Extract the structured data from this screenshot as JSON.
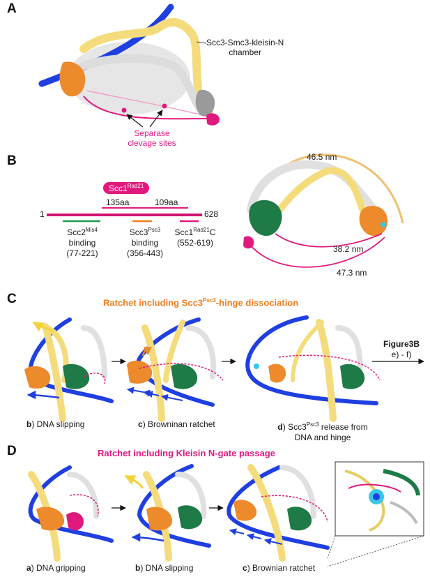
{
  "panels": {
    "a": {
      "letter": "A",
      "chamber_label_1": "Scc3-Smc3-kleisin-N",
      "chamber_label_2": "chamber",
      "separase_1": "Separase",
      "separase_2": "clevage sites"
    },
    "b": {
      "letter": "B",
      "protein": "Scc1",
      "protein_sup": "Rad21",
      "seg1": "135aa",
      "seg2": "109aa",
      "start": "1",
      "end": "628",
      "bind1_name": "Scc2",
      "bind1_sup": "Mis4",
      "bind1_word": "binding",
      "bind1_range": "(77-221)",
      "bind2_name": "Scc3",
      "bind2_sup": "Psc3",
      "bind2_word": "binding",
      "bind2_range": "(356-443)",
      "bind3_name": "Scc1",
      "bind3_sup": "Rad21",
      "bind3_suffix": "C",
      "bind3_range": "(552-619)",
      "dist1": "46.5 nm",
      "dist2": "38.2 nm",
      "dist3": "47.3 nm"
    },
    "c": {
      "letter": "C",
      "title_pre": "Ratchet including Scc3",
      "title_sup": "Psc3",
      "title_post": "-hinge dissociation",
      "cap_b_letter": "b",
      "cap_b_text": ") DNA slipping",
      "cap_c_letter": "c",
      "cap_c_text": ") Browninan ratchet",
      "cap_d_letter": "d",
      "cap_d_pre": ") Scc3",
      "cap_d_sup": "Psc3",
      "cap_d_post": " release from",
      "cap_d_line2": "DNA and hinge",
      "next_label_1": "Figure3B",
      "next_label_2": "e) - f)"
    },
    "d": {
      "letter": "D",
      "title": "Ratchet including Kleisin N-gate passage",
      "cap_a_letter": "a",
      "cap_a_text": ") DNA gripping",
      "cap_b_letter": "b",
      "cap_b_text": ") DNA slipping",
      "cap_c_letter": "c",
      "cap_c_text": ") Brownian ratchet"
    }
  },
  "colors": {
    "dna": "#1f3fe0",
    "smc_yellow": "#f4dc7c",
    "smc_white": "#e6e6e6",
    "scc3_orange": "#ec8a2c",
    "scc2_green": "#1e7a46",
    "kleisin_magenta": "#e0197d",
    "atp_cyan": "#35c7e8",
    "arrow_yellow": "#f3d33a"
  }
}
